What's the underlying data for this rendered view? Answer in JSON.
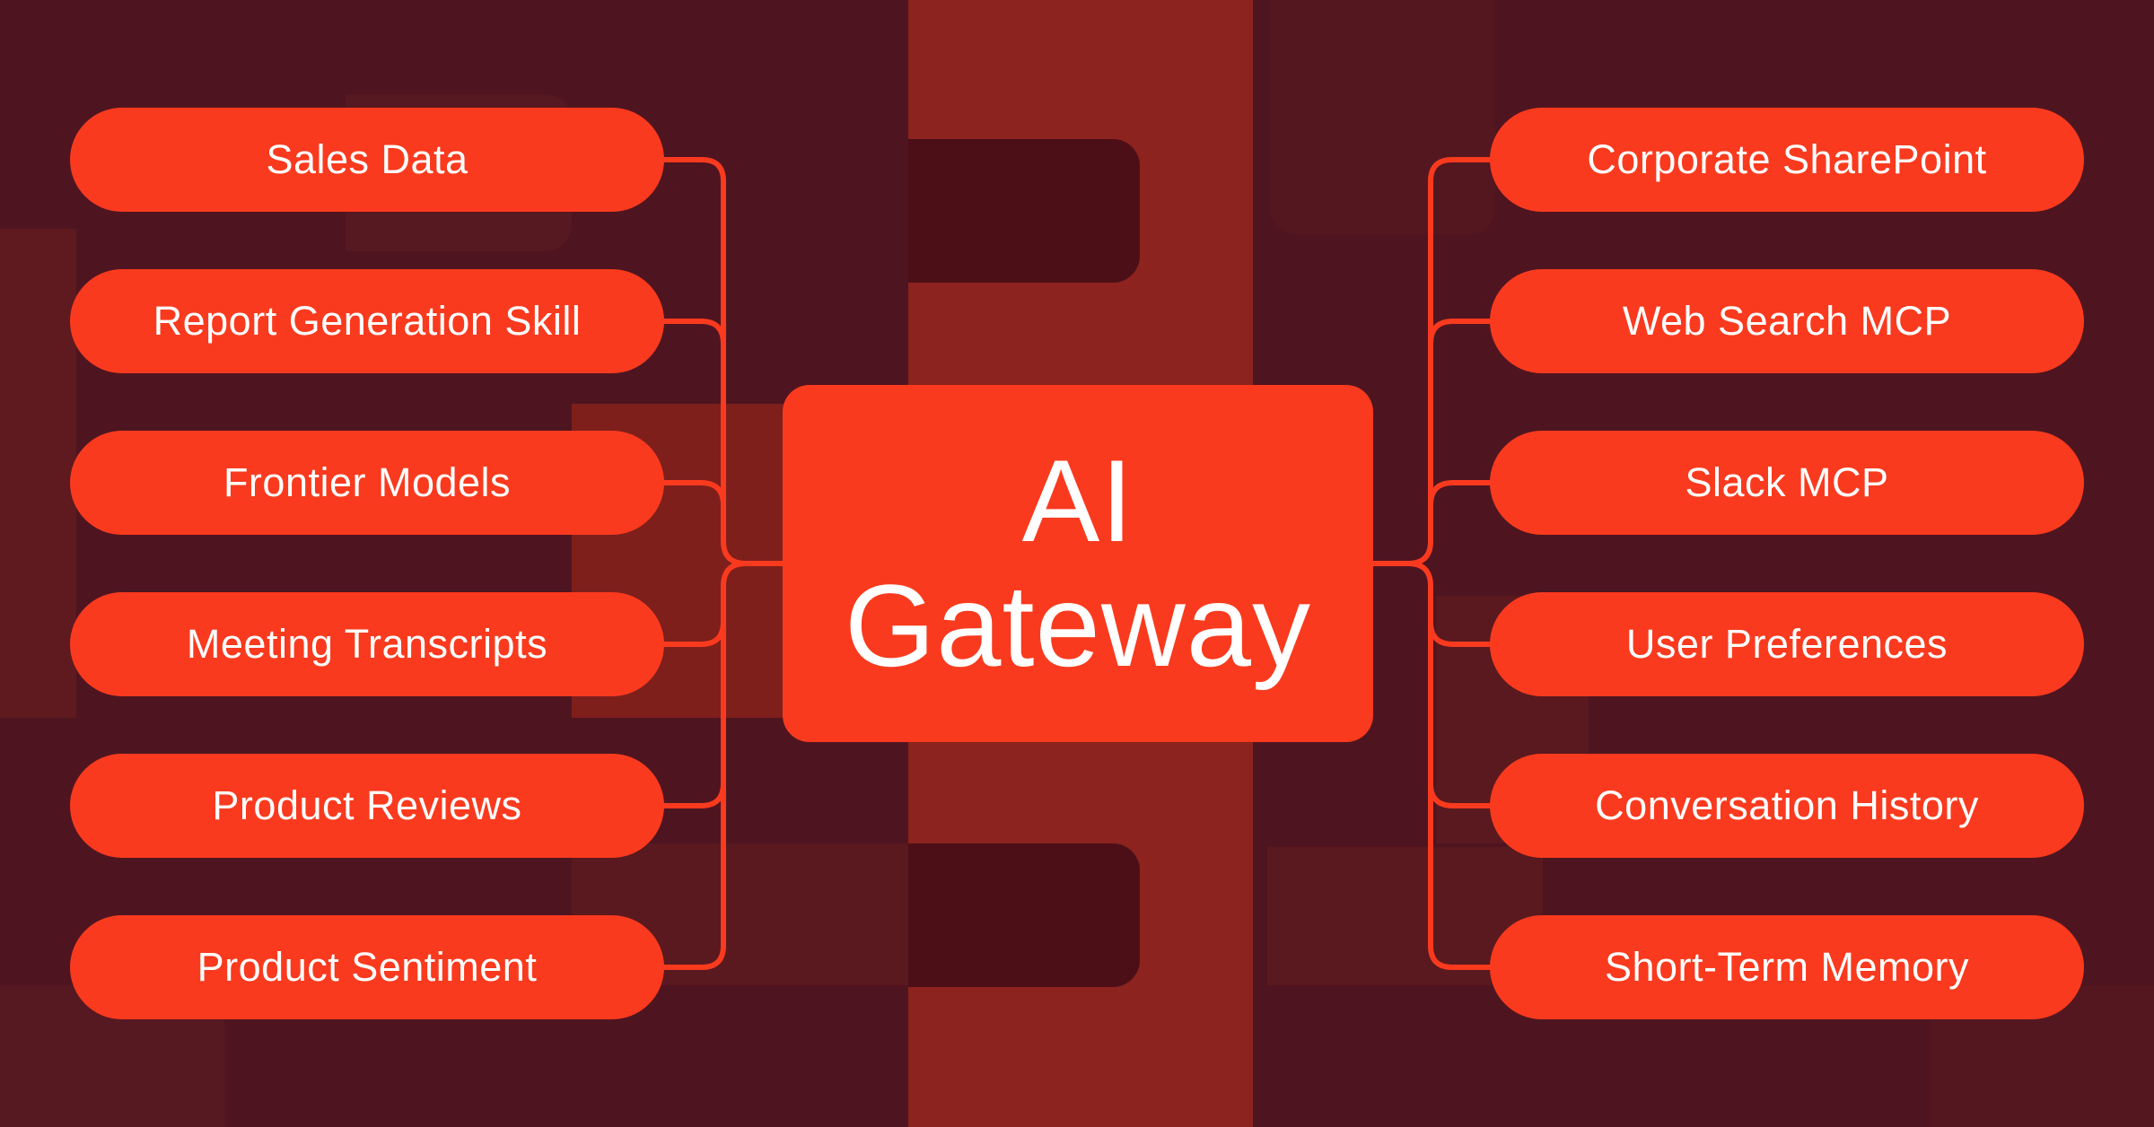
{
  "diagram": {
    "title": "AI Gateway",
    "center": {
      "lines": [
        "AI",
        "Gateway"
      ]
    },
    "left_nodes": [
      {
        "label": "Sales Data"
      },
      {
        "label": "Report Generation Skill"
      },
      {
        "label": "Frontier Models"
      },
      {
        "label": "Meeting Transcripts"
      },
      {
        "label": "Product Reviews"
      },
      {
        "label": "Product Sentiment"
      }
    ],
    "right_nodes": [
      {
        "label": "Corporate SharePoint"
      },
      {
        "label": "Web Search MCP"
      },
      {
        "label": "Slack MCP"
      },
      {
        "label": "User Preferences"
      },
      {
        "label": "Conversation History"
      },
      {
        "label": "Short-Term Memory"
      }
    ]
  },
  "colors": {
    "accent": "#FA3A1E",
    "text": "#FFFFFF",
    "base": "#4E1520",
    "brick": "#8C231E",
    "brick2": "#7E1F1C",
    "inset": "#4C0F18",
    "mid": "#5A191E",
    "mid2": "#5E1A1F",
    "mid3": "#561821",
    "dark_tile": "#541720"
  }
}
